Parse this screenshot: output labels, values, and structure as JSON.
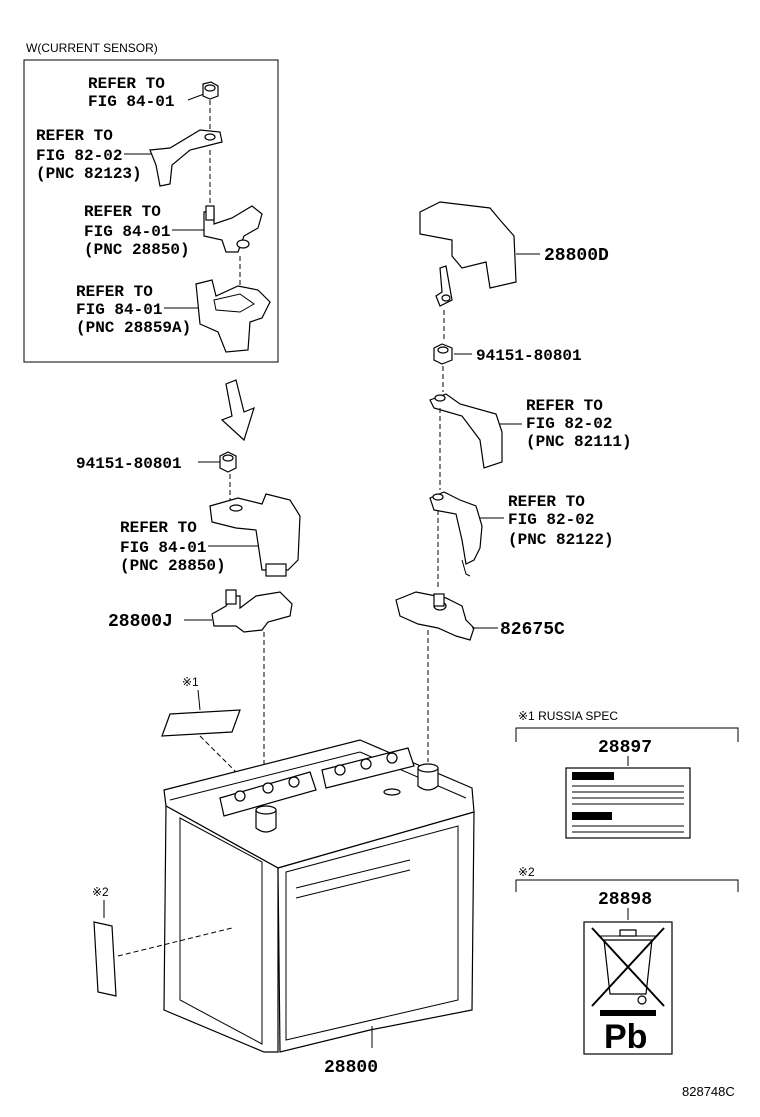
{
  "inset": {
    "title": "W(CURRENT SENSOR)",
    "refs": [
      [
        "REFER TO",
        "FIG 84-01"
      ],
      [
        "REFER TO",
        "FIG 82-02",
        "(PNC 82123)"
      ],
      [
        "REFER TO",
        "FIG 84-01",
        "(PNC 28850)"
      ],
      [
        "REFER TO",
        "FIG 84-01",
        "(PNC 28859A)"
      ]
    ]
  },
  "parts": {
    "cover": "28800D",
    "nut_right": "94151-80801",
    "nut_left": "94151-80801",
    "clamp": "82675C",
    "sensor_bracket": "28800J",
    "battery": "28800",
    "label_warning": "28897",
    "label_recycle": "28898"
  },
  "refs_main": {
    "right_upper": [
      "REFER TO",
      "FIG 82-02",
      "(PNC 82111)"
    ],
    "right_lower": [
      "REFER TO",
      "FIG 82-02",
      "(PNC 82122)"
    ],
    "left_sensor": [
      "REFER TO",
      "FIG 84-01",
      "(PNC 28850)"
    ]
  },
  "notes": {
    "mark1": "※1",
    "mark2": "※2",
    "russia": "※1 RUSSIA SPEC",
    "mark2_header": "※2"
  },
  "recycle_symbol": "Pb",
  "figure_id": "828748C"
}
